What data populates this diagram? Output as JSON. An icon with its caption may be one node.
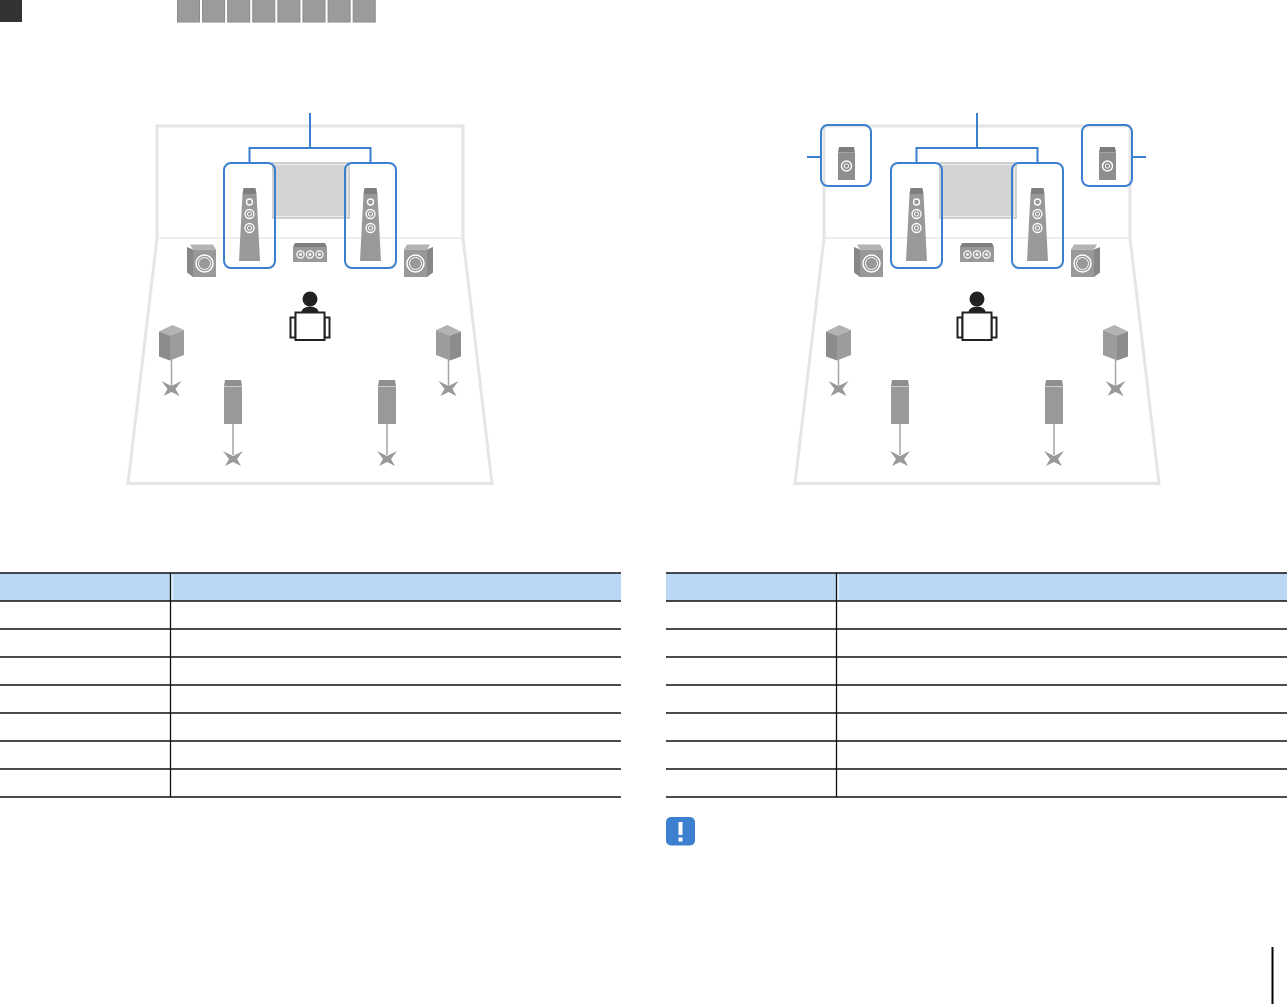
{
  "diagram": {
    "nodes": [
      {
        "text": [],
        "shape": "box"
      },
      {
        "text": [],
        "shape": "box"
      },
      {
        "text": [],
        "shape": "box"
      },
      {
        "text": [],
        "shape": "box"
      },
      {
        "text": [],
        "shape": "box"
      },
      {
        "text": [],
        "shape": "box"
      }
    ],
    "edges": [
      {
        "from": null,
        "to": 0,
        "arrow": "none"
      },
      {
        "from": null,
        "to": 1,
        "arrow": "none"
      },
      {
        "from": null,
        "to": 3,
        "arrow": "none"
      },
      {
        "from": null,
        "to": 4,
        "arrow": "none"
      },
      {
        "from": null,
        "to": 2,
        "arrow": "none"
      },
      {
        "from": null,
        "to": 5,
        "arrow": "none"
      }
    ]
  }
}
